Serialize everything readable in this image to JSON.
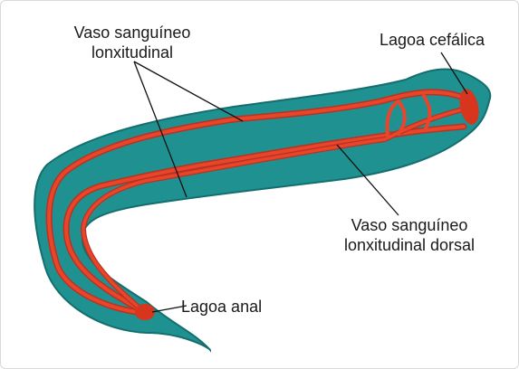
{
  "labels": {
    "longitudinal_vessel": {
      "line1": "Vaso sanguíneo",
      "line2": "lonxitudinal"
    },
    "cephalic_lagoon": "Lagoa cefálica",
    "dorsal_vessel": {
      "line1": "Vaso sanguíneo",
      "line2": "lonxitudinal dorsal"
    },
    "anal_lagoon": "Lagoa anal"
  },
  "colors": {
    "body": "#1f9191",
    "body_outline": "#156e6e",
    "vessel": "#e8452c",
    "vessel_outline": "#b8331f",
    "leader_line": "#111111"
  }
}
